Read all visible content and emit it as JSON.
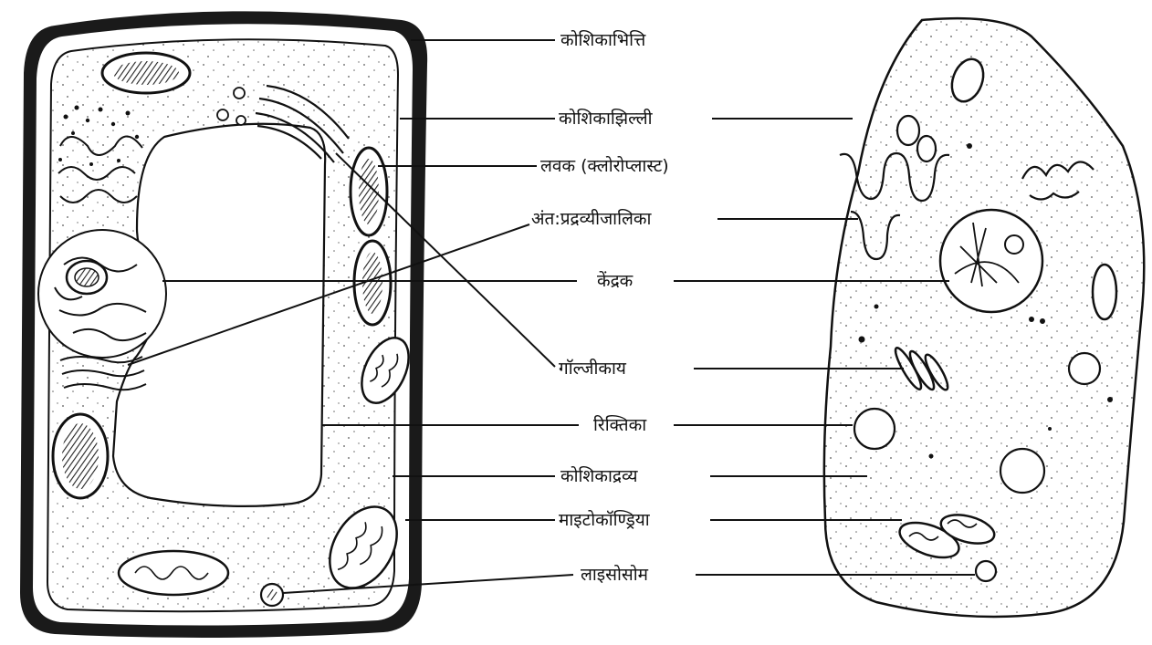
{
  "labels": {
    "cell_wall": "कोशिकाभित्ति",
    "cell_membrane": "कोशिकाझिल्ली",
    "plastid": "लवक (क्लोरोप्लास्ट)",
    "endoplasmic_reticulum": "अंत:प्रद्रव्यीजालिका",
    "nucleus": "केंद्रक",
    "golgi_body": "गॉल्जीकाय",
    "vacuole": "रिक्तिका",
    "cytoplasm": "कोशिकाद्रव्य",
    "mitochondria": "माइटोकॉण्ड्रिया",
    "lysosome": "लाइसोसोम"
  },
  "colors": {
    "ink": "#111111",
    "paper": "#ffffff",
    "wall": "#1a1a1a"
  }
}
